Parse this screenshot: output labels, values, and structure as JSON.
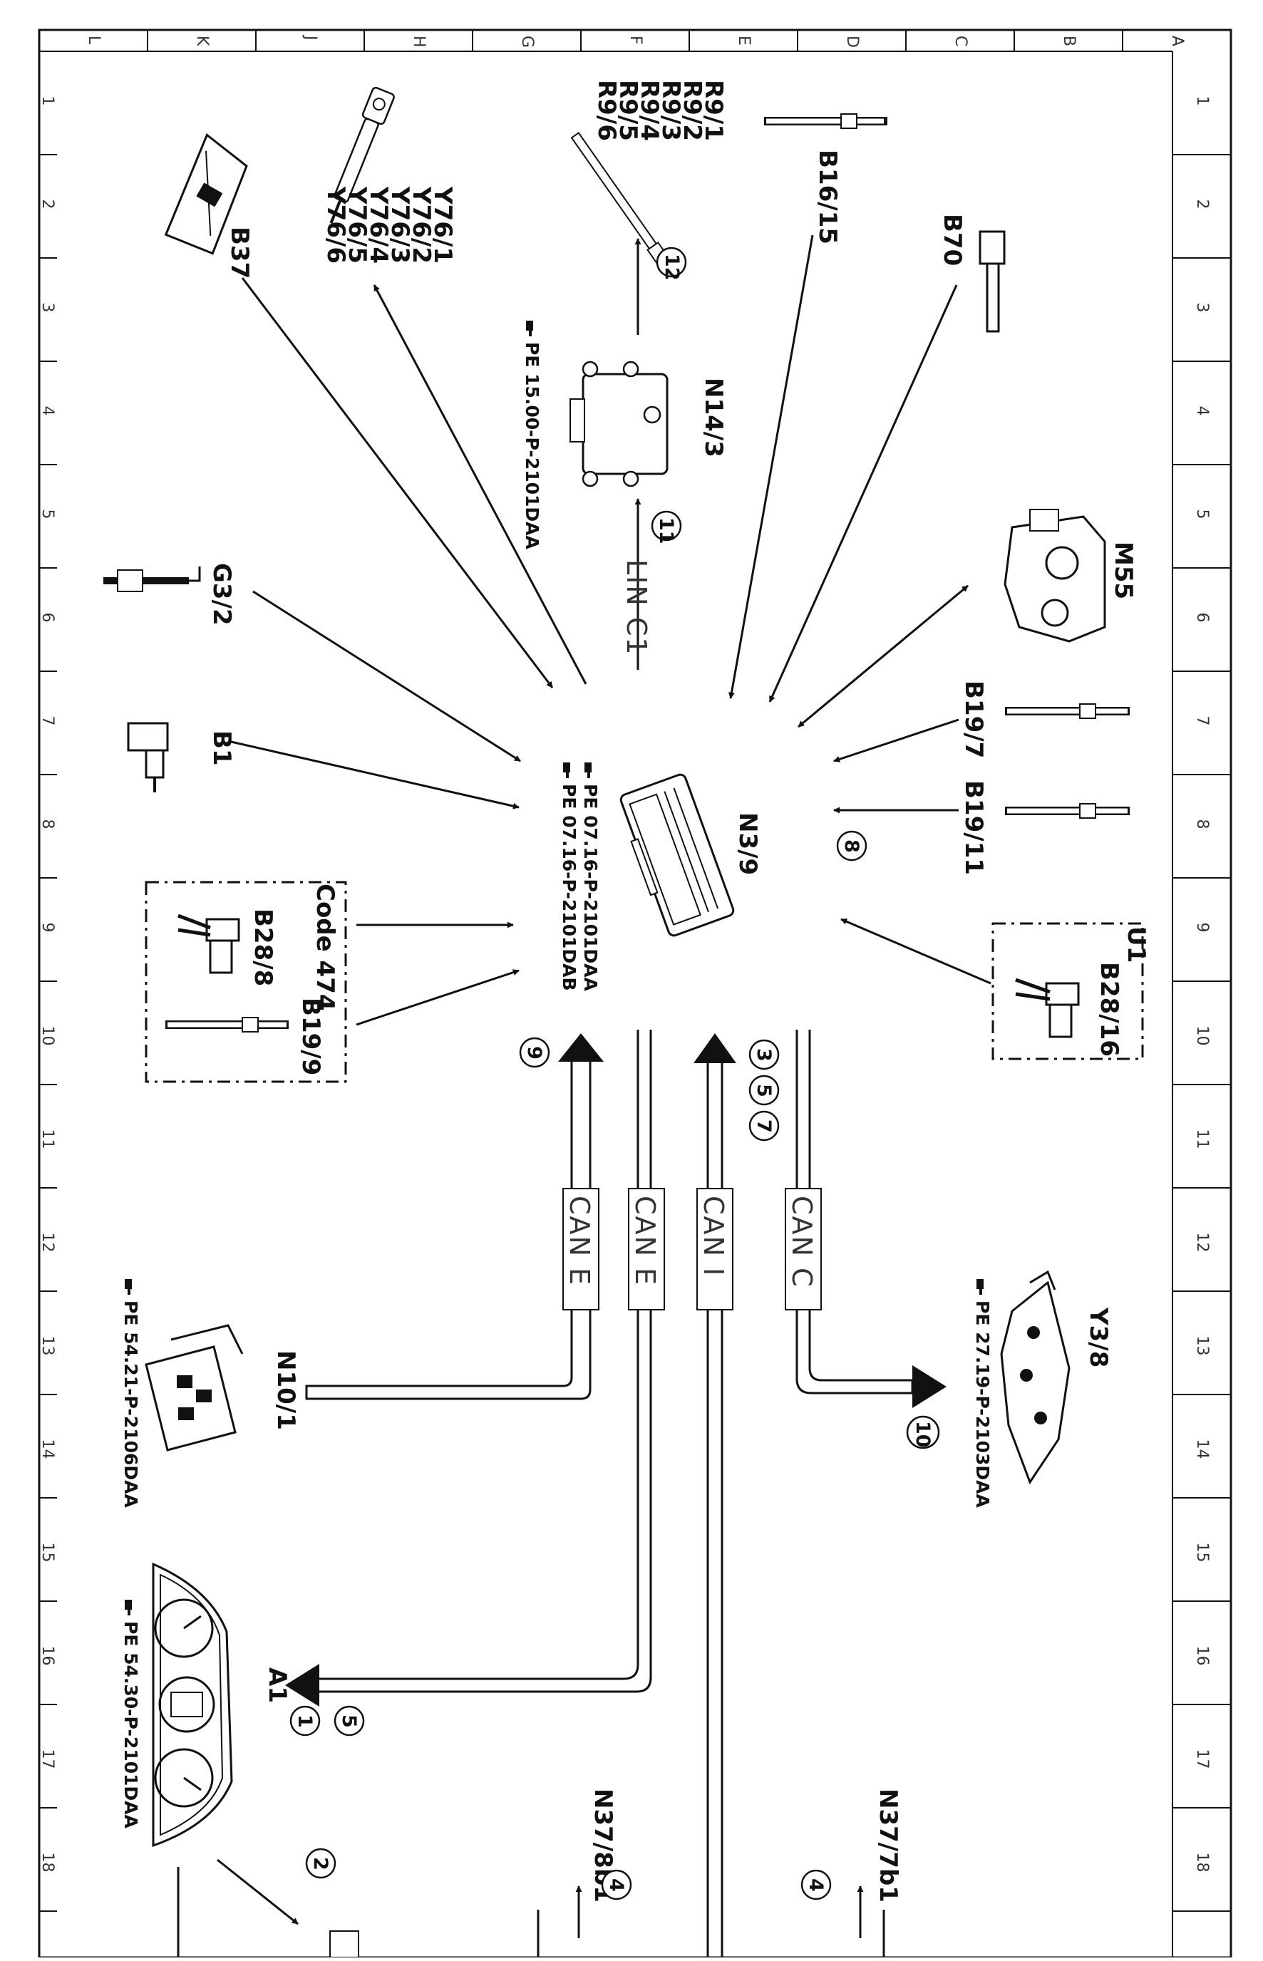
{
  "grid": {
    "letters": [
      "L",
      "K",
      "J",
      "H",
      "G",
      "F",
      "E",
      "D",
      "C",
      "B",
      "A"
    ],
    "numbers": [
      "1",
      "2",
      "3",
      "4",
      "5",
      "6",
      "7",
      "8",
      "9",
      "10",
      "11",
      "12",
      "13",
      "14",
      "15",
      "16",
      "17",
      "18"
    ]
  },
  "center": {
    "id": "N3/9",
    "refs": [
      "PE 07.16-P-2101DAA",
      "PE 07.16-P-2101DAB"
    ]
  },
  "components": {
    "R9": [
      "R9/1",
      "R9/2",
      "R9/3",
      "R9/4",
      "R9/5",
      "R9/6"
    ],
    "Y76": [
      "Y76/1",
      "Y76/2",
      "Y76/3",
      "Y76/4",
      "Y76/5",
      "Y76/6"
    ],
    "B37": "B37",
    "B16_15": "B16/15",
    "B70": "B70",
    "N14_3": "N14/3",
    "N14_3_ref": "PE 15.00-P-2101DAA",
    "M55": "M55",
    "G3_2": "G3/2",
    "B1": "B1",
    "B19_7": "B19/7",
    "B19_11": "B19/11",
    "code474": "Code 474",
    "B28_8": "B28/8",
    "B19_9": "B19/9",
    "U1": "U1",
    "B28_16": "B28/16",
    "N10_1": "N10/1",
    "N10_1_ref": "PE 54.21-P-2106DAA",
    "Y3_8": "Y3/8",
    "Y3_8_ref": "PE 27.19-P-2103DAA",
    "A1": "A1",
    "A1_ref": "PE 54.30-P-2101DAA",
    "N37_8b1": "N37/8b1",
    "N37_7b1": "N37/7b1"
  },
  "buses": {
    "lin": "LIN C1",
    "can_e1": "CAN E",
    "can_e2": "CAN E",
    "can_i": "CAN I",
    "can_c": "CAN C"
  },
  "callouts": {
    "c12": "12",
    "c11": "11",
    "c8": "8",
    "c9": "9",
    "c3": "3",
    "c5a": "5",
    "c7": "7",
    "c10": "10",
    "c5b": "5",
    "c1": "1",
    "c2": "2",
    "c4a": "4",
    "c4b": "4"
  },
  "icons": {
    "reference": "pointing-hand-icon"
  }
}
